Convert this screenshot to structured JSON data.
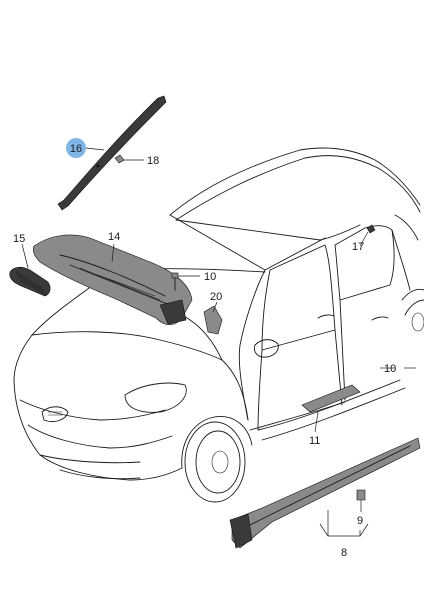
{
  "diagram": {
    "callouts": [
      {
        "id": "16",
        "text": "16",
        "highlighted": true
      },
      {
        "id": "18",
        "text": "18"
      },
      {
        "id": "15",
        "text": "15"
      },
      {
        "id": "14",
        "text": "14"
      },
      {
        "id": "10a",
        "text": "10"
      },
      {
        "id": "20",
        "text": "20"
      },
      {
        "id": "17",
        "text": "17"
      },
      {
        "id": "10b",
        "text": "10"
      },
      {
        "id": "11",
        "text": "11"
      },
      {
        "id": "9",
        "text": "9"
      },
      {
        "id": "8",
        "text": "8"
      }
    ],
    "colors": {
      "highlight": "#7fb6e6",
      "line": "#1a1a1a",
      "part": "#3a3a3a"
    }
  }
}
